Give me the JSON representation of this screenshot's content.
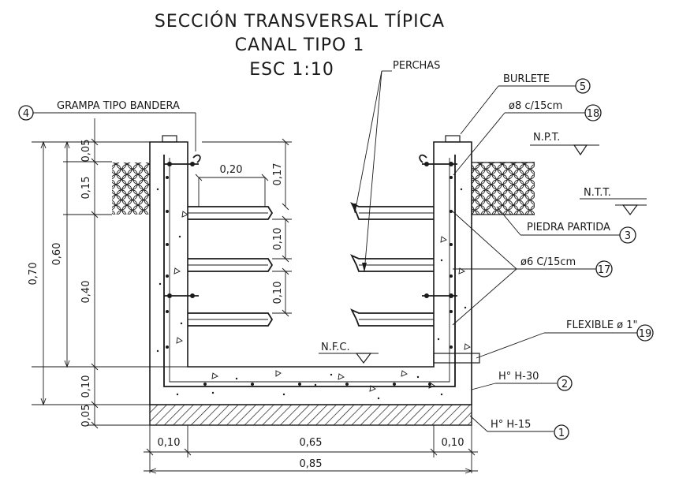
{
  "title": {
    "line1": "SECCIÓN TRANSVERSAL TÍPICA",
    "line2": "CANAL TIPO 1",
    "line3": "ESC 1:10"
  },
  "labels": {
    "grampa": "GRAMPA TIPO BANDERA",
    "perchas": "PERCHAS",
    "burlete": "BURLETE",
    "barra18": "ø8 c/15cm",
    "npt": "N.P.T.",
    "ntt": "N.T.T.",
    "piedra": "PIEDRA PARTIDA",
    "barra17": "ø6 C/15cm",
    "flexible": "FLEXIBLE ø 1\"",
    "nfc": "N.F.C.",
    "h30": "H° H-30",
    "h15": "H° H-15"
  },
  "callouts": {
    "c4": "4",
    "c5": "5",
    "c18": "18",
    "c3": "3",
    "c17": "17",
    "c19": "19",
    "c2": "2",
    "c1": "1"
  },
  "dimensions": {
    "v070": "0,70",
    "v060": "0,60",
    "v005a": "0,05",
    "v015": "0,15",
    "v040": "0,40",
    "v010a": "0,10",
    "v005b": "0,05",
    "v017": "0,17",
    "v010b": "0,10",
    "v010c": "0,10",
    "h020": "0,20",
    "h010l": "0,10",
    "h065": "0,65",
    "h010r": "0,10",
    "h085": "0,85"
  },
  "colors": {
    "ink": "#1a1a1a",
    "paper": "#ffffff"
  }
}
